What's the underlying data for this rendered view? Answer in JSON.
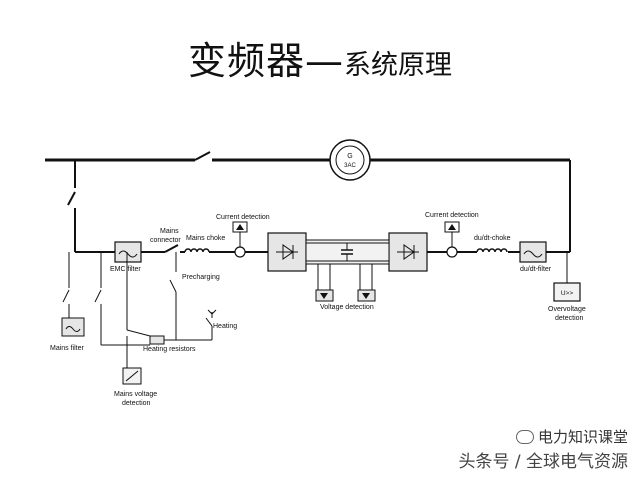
{
  "title": {
    "main": "变频器",
    "dash": "—",
    "sub": "系统原理"
  },
  "labels": {
    "generator_line1": "G",
    "generator_line2": "3AC",
    "mains_connector_1": "Mains",
    "mains_connector_2": "connector",
    "mains_choke": "Mains choke",
    "current_detection_left": "Current detection",
    "current_detection_right": "Current detection",
    "emc_filter": "EMC filter",
    "precharging": "Precharging",
    "heating": "Heating",
    "heating_resistors": "Heating resistors",
    "mains_filter": "Mains filter",
    "mains_voltage_1": "Mains voltage",
    "mains_voltage_2": "detection",
    "voltage_detection": "Voltage detection",
    "dudt_choke": "du/dt-choke",
    "dudt_filter": "du/dt-filter",
    "overvoltage_symbol": "U>>",
    "overvoltage_1": "Overvoltage",
    "overvoltage_2": "detection"
  },
  "watermark": {
    "brand": "电力知识课堂",
    "source": "头条号 / 全球电气资源"
  },
  "colors": {
    "line": "#111111",
    "box_fill": "#e6e6e6",
    "text": "#111111"
  }
}
